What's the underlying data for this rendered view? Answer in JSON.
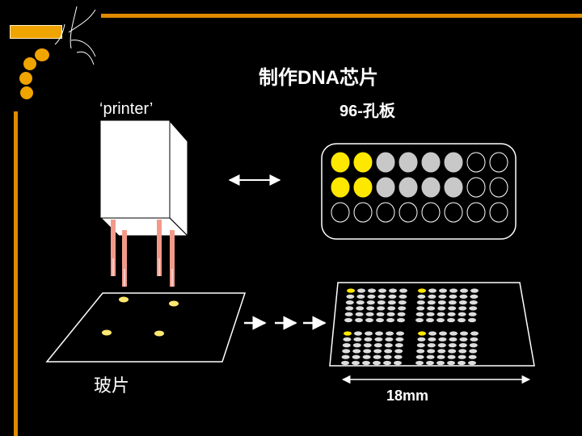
{
  "title": "制作DNA芯片",
  "printer_label": "‘printer’",
  "plate_label": "96-孔板",
  "slide_label": "玻片",
  "scale_label": "18mm",
  "colors": {
    "accent": "#e08a00",
    "yellow": "#ffe800",
    "gray": "#c8c8c8"
  },
  "plate": {
    "rows": [
      [
        "yellow",
        "yellow",
        "gray",
        "gray",
        "gray",
        "gray",
        "black",
        "black"
      ],
      [
        "yellow",
        "yellow",
        "gray",
        "gray",
        "gray",
        "gray",
        "black",
        "black"
      ],
      [
        "black",
        "black",
        "black",
        "black",
        "black",
        "black",
        "black",
        "black"
      ]
    ]
  }
}
